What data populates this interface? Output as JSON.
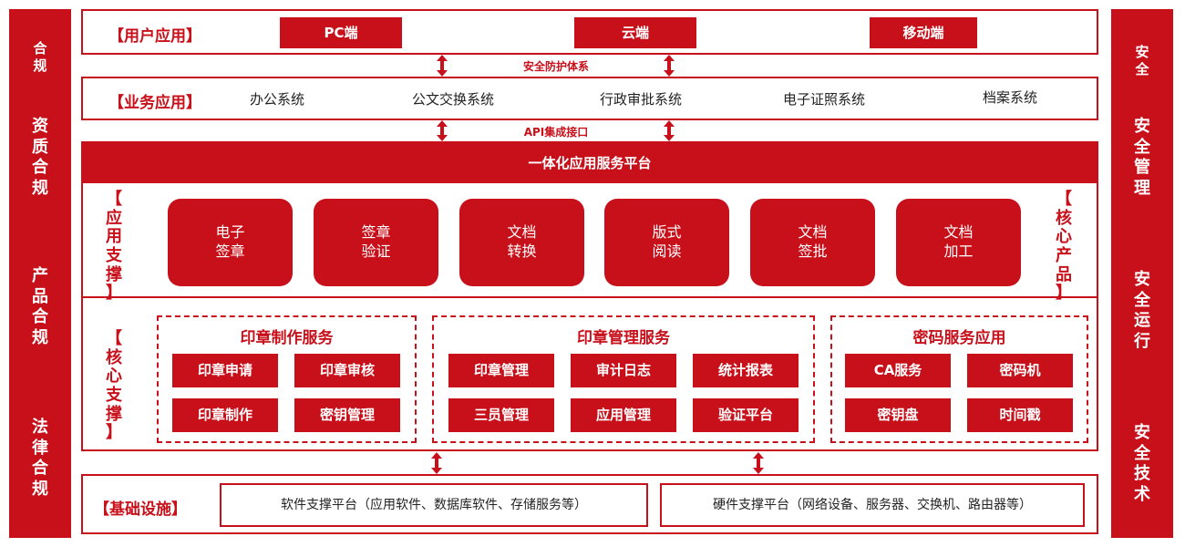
{
  "left_bar": {
    "items": [
      "合\n规",
      "资\n质\n合\n规",
      "产\n品\n合\n规",
      "法\n律\n合\n规"
    ]
  },
  "right_bar": {
    "items": [
      "安\n全",
      "安\n全\n管\n理",
      "安\n全\n运\n行",
      "安\n全\n技\n术"
    ]
  },
  "user_app": {
    "label": "【用户应用】",
    "buttons": [
      "PC端",
      "云端",
      "移动端"
    ]
  },
  "connector_1": "安全防护体系",
  "business_app": {
    "label": "【业务应用】",
    "systems": [
      "办公系统",
      "公文交换系统",
      "行政审批系统",
      "电子证照系统",
      "档案系统"
    ]
  },
  "connector_2": "API集成接口",
  "platform": {
    "title": "一体化应用服务平台",
    "app_support_label": "【\n应\n用\n支\n撑\n】",
    "core_product_label": "【\n核\n心\n产\n品\n】",
    "core_support_label": "【\n核\n心\n支\n撑\n】",
    "products": [
      [
        "电子",
        "签章"
      ],
      [
        "签章",
        "验证"
      ],
      [
        "文档",
        "转换"
      ],
      [
        "版式",
        "阅读"
      ],
      [
        "文档",
        "签批"
      ],
      [
        "文档",
        "加工"
      ]
    ],
    "groups": [
      {
        "title": "印章制作服务",
        "items": [
          "印章申请",
          "印章审核",
          "印章制作",
          "密钥管理"
        ]
      },
      {
        "title": "印章管理服务",
        "items": [
          "印章管理",
          "审计日志",
          "统计报表",
          "三员管理",
          "应用管理",
          "验证平台"
        ]
      },
      {
        "title": "密码服务应用",
        "items": [
          "CA服务",
          "密码机",
          "密钥盘",
          "时间戳"
        ]
      }
    ]
  },
  "infrastructure": {
    "label": "【基础设施】",
    "software": "软件支撑平台（应用软件、数据库软件、存储服务等）",
    "hardware": "硬件支撑平台（网络设备、服务器、交换机、路由器等）"
  },
  "colors": {
    "accent": "#c8101b"
  }
}
